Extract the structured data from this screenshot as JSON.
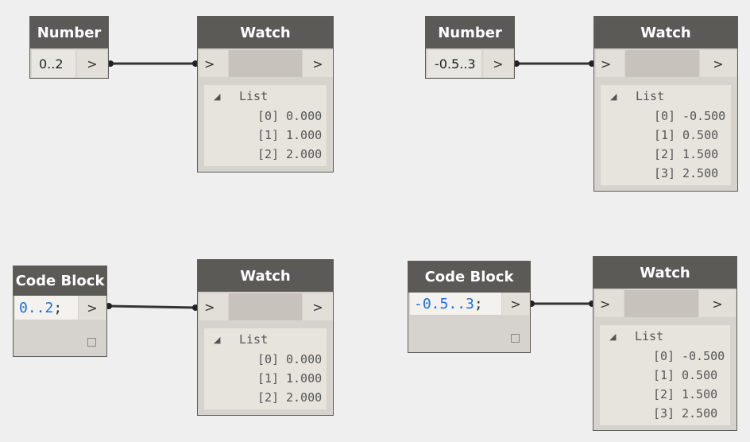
{
  "nodes": {
    "number1": {
      "title": "Number",
      "value": "0..2",
      "out": ">"
    },
    "number2": {
      "title": "Number",
      "value": "-0.5..3",
      "out": ">"
    },
    "code1": {
      "title": "Code Block",
      "start": "0",
      "op": "..",
      "end": "2",
      "semi": ";",
      "out": ">"
    },
    "code2": {
      "title": "Code Block",
      "start": "-0.5",
      "op": "..",
      "end": "3",
      "semi": ";",
      "out": ">"
    },
    "watch1": {
      "title": "Watch",
      "in": ">",
      "out": ">",
      "list_label": "List",
      "items": [
        {
          "idx": "[0]",
          "val": "0.000"
        },
        {
          "idx": "[1]",
          "val": "1.000"
        },
        {
          "idx": "[2]",
          "val": "2.000"
        }
      ]
    },
    "watch2": {
      "title": "Watch",
      "in": ">",
      "out": ">",
      "list_label": "List",
      "items": [
        {
          "idx": "[0]",
          "val": "-0.500"
        },
        {
          "idx": "[1]",
          "val": "0.500"
        },
        {
          "idx": "[2]",
          "val": "1.500"
        },
        {
          "idx": "[3]",
          "val": "2.500"
        }
      ]
    },
    "watch3": {
      "title": "Watch",
      "in": ">",
      "out": ">",
      "list_label": "List",
      "items": [
        {
          "idx": "[0]",
          "val": "0.000"
        },
        {
          "idx": "[1]",
          "val": "1.000"
        },
        {
          "idx": "[2]",
          "val": "2.000"
        }
      ]
    },
    "watch4": {
      "title": "Watch",
      "in": ">",
      "out": ">",
      "list_label": "List",
      "items": [
        {
          "idx": "[0]",
          "val": "-0.500"
        },
        {
          "idx": "[1]",
          "val": "0.500"
        },
        {
          "idx": "[2]",
          "val": "1.500"
        },
        {
          "idx": "[3]",
          "val": "2.500"
        }
      ]
    }
  },
  "icons": {
    "collapse": "triangle-down-icon",
    "preview": "checkbox-icon"
  },
  "colors": {
    "header": "#5c5a57",
    "node_body": "#d6d3ce",
    "code_number": "#1a6fdc",
    "wire": "#333333",
    "canvas": "#efefef"
  }
}
